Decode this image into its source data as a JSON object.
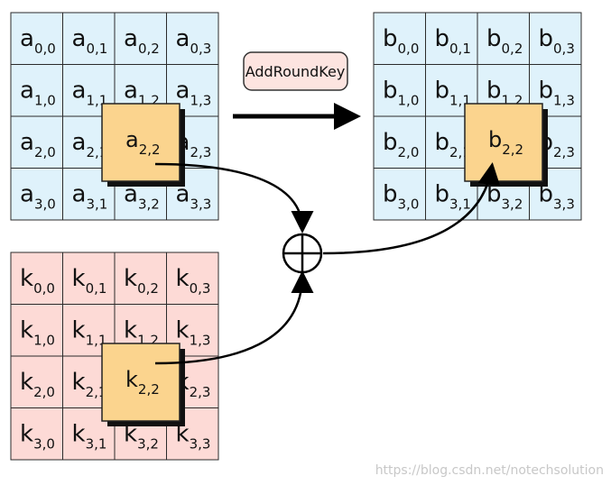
{
  "matrix_a": {
    "letter": "a",
    "fill": "#dff2fb"
  },
  "matrix_b": {
    "letter": "b",
    "fill": "#dff2fb"
  },
  "matrix_k": {
    "letter": "k",
    "fill": "#fddad6"
  },
  "highlight": {
    "row": 2,
    "col": 2,
    "fill": "#fbd48e",
    "shadow": "#111111"
  },
  "operation_label": "AddRoundKey",
  "operation_box_fill": "#fde4e0",
  "xor_symbol": "xor-circle-icon",
  "watermark": "https://blog.csdn.net/notechsolution"
}
